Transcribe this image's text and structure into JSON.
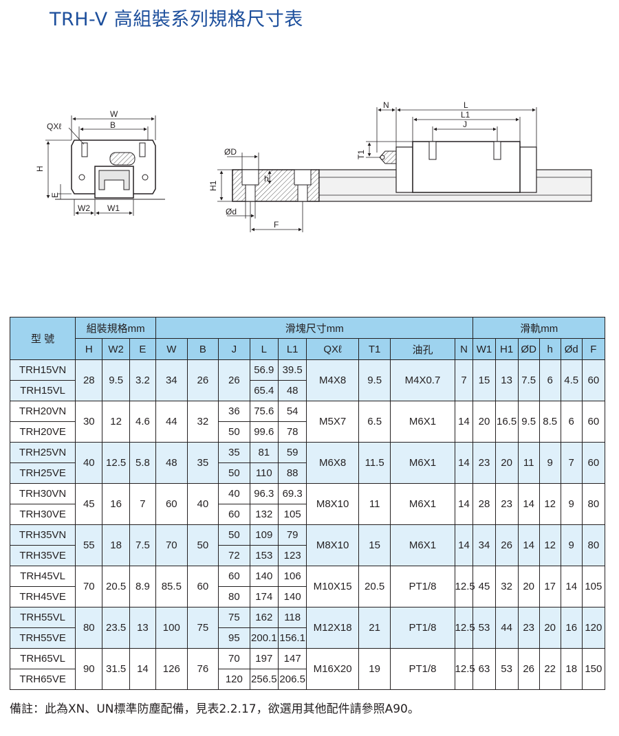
{
  "title": "TRH-V 高組裝系列規格尺寸表",
  "drawing": {
    "labels": {
      "W": "W",
      "B": "B",
      "QXl": "QXℓ",
      "H": "H",
      "E": "E",
      "W2": "W2",
      "W1": "W1",
      "D": "ØD",
      "H1": "H1",
      "h": "h",
      "d": "Ød",
      "F": "F",
      "N": "N",
      "L": "L",
      "L1": "L1",
      "J": "J",
      "T1": "T1"
    }
  },
  "table": {
    "group_headers": {
      "model": "型  號",
      "assembly": "組裝規格mm",
      "block": "滑塊尺寸mm",
      "rail": "滑軌mm"
    },
    "columns": [
      "H",
      "W2",
      "E",
      "W",
      "B",
      "J",
      "L",
      "L1",
      "QXℓ",
      "T1",
      "油孔",
      "N",
      "W1",
      "H1",
      "ØD",
      "h",
      "Ød",
      "F"
    ],
    "groups": [
      {
        "models": [
          "TRH15VN",
          "TRH15VL"
        ],
        "H": "28",
        "W2": "9.5",
        "E": "3.2",
        "W": "34",
        "B": "26",
        "J": [
          "26"
        ],
        "L": [
          "56.9",
          "65.4"
        ],
        "L1": [
          "39.5",
          "48"
        ],
        "QXl": "M4X8",
        "T1": "9.5",
        "oil": "M4X0.7",
        "N": "7",
        "W1": "15",
        "H1": "13",
        "OD": "7.5",
        "h": "6",
        "Od": "4.5",
        "F": "60"
      },
      {
        "models": [
          "TRH20VN",
          "TRH20VE"
        ],
        "H": "30",
        "W2": "12",
        "E": "4.6",
        "W": "44",
        "B": "32",
        "J": [
          "36",
          "50"
        ],
        "L": [
          "75.6",
          "99.6"
        ],
        "L1": [
          "54",
          "78"
        ],
        "QXl": "M5X7",
        "T1": "6.5",
        "oil": "M6X1",
        "N": "14",
        "W1": "20",
        "H1": "16.5",
        "OD": "9.5",
        "h": "8.5",
        "Od": "6",
        "F": "60"
      },
      {
        "models": [
          "TRH25VN",
          "TRH25VE"
        ],
        "H": "40",
        "W2": "12.5",
        "E": "5.8",
        "W": "48",
        "B": "35",
        "J": [
          "35",
          "50"
        ],
        "L": [
          "81",
          "110"
        ],
        "L1": [
          "59",
          "88"
        ],
        "QXl": "M6X8",
        "T1": "11.5",
        "oil": "M6X1",
        "N": "14",
        "W1": "23",
        "H1": "20",
        "OD": "11",
        "h": "9",
        "Od": "7",
        "F": "60"
      },
      {
        "models": [
          "TRH30VN",
          "TRH30VE"
        ],
        "H": "45",
        "W2": "16",
        "E": "7",
        "W": "60",
        "B": "40",
        "J": [
          "40",
          "60"
        ],
        "L": [
          "96.3",
          "132"
        ],
        "L1": [
          "69.3",
          "105"
        ],
        "QXl": "M8X10",
        "T1": "11",
        "oil": "M6X1",
        "N": "14",
        "W1": "28",
        "H1": "23",
        "OD": "14",
        "h": "12",
        "Od": "9",
        "F": "80"
      },
      {
        "models": [
          "TRH35VN",
          "TRH35VE"
        ],
        "H": "55",
        "W2": "18",
        "E": "7.5",
        "W": "70",
        "B": "50",
        "J": [
          "50",
          "72"
        ],
        "L": [
          "109",
          "153"
        ],
        "L1": [
          "79",
          "123"
        ],
        "QXl": "M8X10",
        "T1": "15",
        "oil": "M6X1",
        "N": "14",
        "W1": "34",
        "H1": "26",
        "OD": "14",
        "h": "12",
        "Od": "9",
        "F": "80"
      },
      {
        "models": [
          "TRH45VL",
          "TRH45VE"
        ],
        "H": "70",
        "W2": "20.5",
        "E": "8.9",
        "W": "85.5",
        "B": "60",
        "J": [
          "60",
          "80"
        ],
        "L": [
          "140",
          "174"
        ],
        "L1": [
          "106",
          "140"
        ],
        "QXl": "M10X15",
        "T1": "20.5",
        "oil": "PT1/8",
        "N": "12.5",
        "W1": "45",
        "H1": "32",
        "OD": "20",
        "h": "17",
        "Od": "14",
        "F": "105"
      },
      {
        "models": [
          "TRH55VL",
          "TRH55VE"
        ],
        "H": "80",
        "W2": "23.5",
        "E": "13",
        "W": "100",
        "B": "75",
        "J": [
          "75",
          "95"
        ],
        "L": [
          "162",
          "200.1"
        ],
        "L1": [
          "118",
          "156.1"
        ],
        "QXl": "M12X18",
        "T1": "21",
        "oil": "PT1/8",
        "N": "12.5",
        "W1": "53",
        "H1": "44",
        "OD": "23",
        "h": "20",
        "Od": "16",
        "F": "120"
      },
      {
        "models": [
          "TRH65VL",
          "TRH65VE"
        ],
        "H": "90",
        "W2": "31.5",
        "E": "14",
        "W": "126",
        "B": "76",
        "J": [
          "70",
          "120"
        ],
        "L": [
          "197",
          "256.5"
        ],
        "L1": [
          "147",
          "206.5"
        ],
        "QXl": "M16X20",
        "T1": "19",
        "oil": "PT1/8",
        "N": "12.5",
        "W1": "63",
        "H1": "53",
        "OD": "26",
        "h": "22",
        "Od": "18",
        "F": "150"
      }
    ]
  },
  "note": "備註：此為XN、UN標準防塵配備，見表2.2.17，欲選用其他配件請參照A90。",
  "colors": {
    "title": "#1d4f9c",
    "header_bg": "#9ed3ef",
    "row_tint": "#dff0fa"
  }
}
